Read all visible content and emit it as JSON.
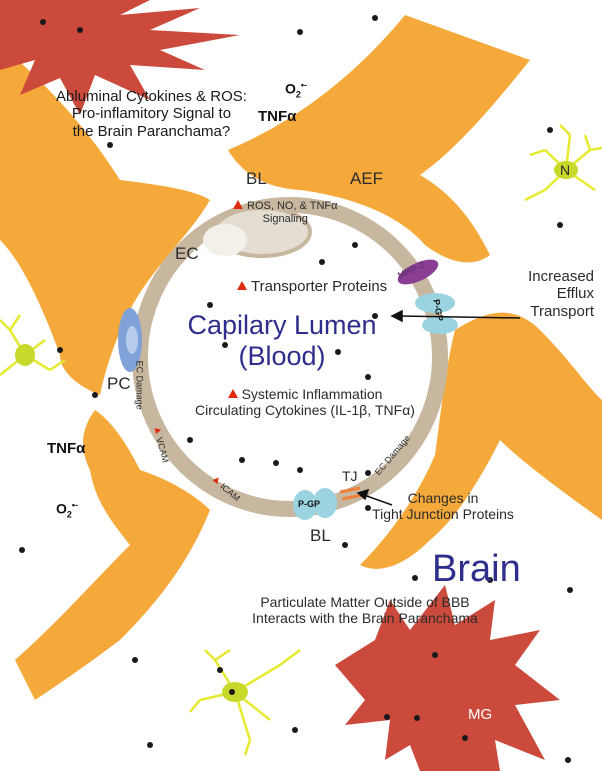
{
  "labels": {
    "abluminal_line1": "Abluminal Cytokines & ROS:",
    "abluminal_line2": "Pro-inflamitory Signal to",
    "abluminal_line3": "the Brain Paranchama?",
    "o2_top": "O",
    "o2_top_sub": "2",
    "o2_top_sup": "•-",
    "tnf_top": "TNFα",
    "bl_top": "BL",
    "aef": "AEF",
    "n": "N",
    "ros_signal_line1": "ROS, NO, & TNFα",
    "ros_signal_line2": "Signaling",
    "ec": "EC",
    "transporter": "Transporter Proteins",
    "mrp2": "MRP-2",
    "pgp_right": "P-GP",
    "increased_line1": "Increased",
    "increased_line2": "Efflux",
    "increased_line3": "Transport",
    "lumen_line1": "Capilary Lumen",
    "lumen_line2": "(Blood)",
    "pc": "PC",
    "ec_damage_left": "EC Damage",
    "systemic_line1": "Systemic Inflammation",
    "systemic_line2": "Circulating Cytokines (IL-1β, TNFα)",
    "vcam": "VCAM",
    "tnf_left": "TNFα",
    "icam": "ICAM",
    "ec_damage_bottom": "EC Damage",
    "tj": "TJ",
    "pgp_bottom": "P-GP",
    "changes_line1": "Changes in",
    "changes_line2": "Tight Junction Proteins",
    "o2_left": "O",
    "o2_left_sub": "2",
    "o2_left_sup": "•-",
    "bl_bottom": "BL",
    "brain": "Brain",
    "particulate_line1": "Particulate Matter Outside of BBB",
    "particulate_line2": "Interacts with the Brain Paranchama",
    "mg": "MG"
  },
  "colors": {
    "astrocyte": "#f5a93a",
    "vessel": "#c7b79f",
    "microglia": "#cc4a3c",
    "neuron": "#e6ea2e",
    "neuron_body": "#c7d92b",
    "pericyte": "#7fa3d9",
    "mrp2": "#8a3f94",
    "pgp": "#9bd4e0",
    "tight_junction": "#f07f3c",
    "particle": "#1a1a1a",
    "lumen_text": "#2e2e8c",
    "up_arrow": "#e02a0f"
  }
}
